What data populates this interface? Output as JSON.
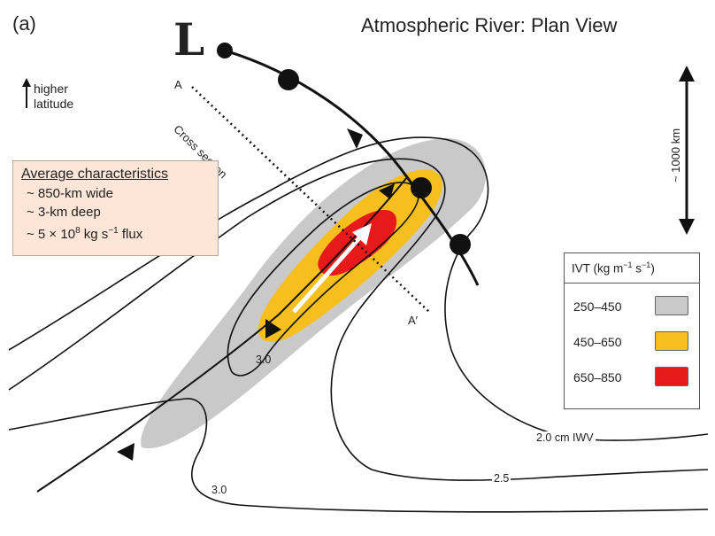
{
  "panel_label": "(a)",
  "title": "Atmospheric River: Plan View",
  "low_marker": "L",
  "higher_latitude": {
    "line1": "higher",
    "line2": "latitude"
  },
  "cross_section": {
    "start_label": "A",
    "end_label": "A′",
    "label": "Cross section"
  },
  "scale_bar": {
    "label": "~ 1000 km"
  },
  "characteristics": {
    "title": "Average characteristics",
    "lines": [
      "~ 850-km wide",
      "~ 3-km deep"
    ],
    "flux": {
      "prefix": "~ 5 × 10",
      "exponent": "8",
      "mid": " kg s",
      "exponent2": "−1",
      "suffix": " flux"
    }
  },
  "legend": {
    "title_prefix": "IVT (kg m",
    "title_exp1": "−1",
    "title_mid": " s",
    "title_exp2": "−1",
    "title_suffix": ")",
    "items": [
      {
        "label": "250–450",
        "color": "#c9c9c9"
      },
      {
        "label": "450–650",
        "color": "#f6bf1d"
      },
      {
        "label": "650–850",
        "color": "#e8191b"
      }
    ]
  },
  "contour_labels": {
    "iwv_20": "2.0 cm IWV",
    "iwv_25": "2.5",
    "iwv_30_inner": "3.0",
    "iwv_30_outer": "3.0"
  },
  "colors": {
    "gray_region": "#c9c9c9",
    "orange_region": "#f6bf1d",
    "red_region": "#e8191b",
    "box_fill": "#fde6d8",
    "arrow": "#ffffff"
  },
  "icons": [
    "up-arrow-icon",
    "double-arrow-icon",
    "cold-front-icon",
    "warm-front-icon",
    "low-pressure-icon"
  ]
}
